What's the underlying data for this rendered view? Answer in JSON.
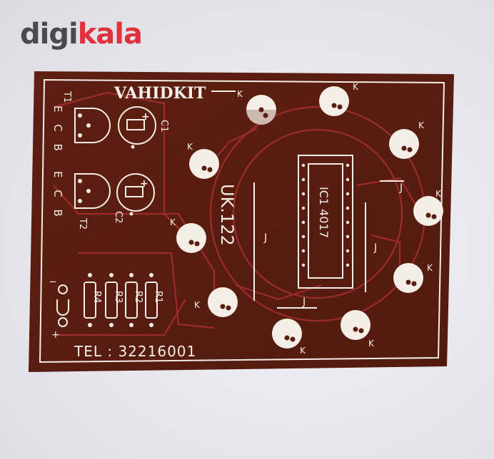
{
  "brand": {
    "part1": "digi",
    "part2": "kala",
    "color_dark": "#4a4a4a",
    "color_accent": "#e0323d"
  },
  "board": {
    "color": "#5b1d10",
    "silk_color": "#f4eee6",
    "trace_color": "#9c2b2b",
    "title": "VAHIDKIT",
    "model": "UK.122",
    "phone": "TEL :  32216001",
    "ic_label": "IC1  4017",
    "transistors": [
      {
        "label": "T1",
        "pins": "E C B"
      },
      {
        "label": "T2",
        "pins": "E C B"
      }
    ],
    "capacitors": [
      {
        "label": "C1",
        "pos": "+"
      },
      {
        "label": "C2",
        "pos": "+"
      }
    ],
    "resistors": [
      "R4",
      "R3",
      "R2",
      "R1"
    ],
    "jumpers": [
      "J",
      "J",
      "J",
      "J"
    ],
    "led_mark": "K",
    "power_labels": {
      "neg": "_",
      "pos": "+"
    }
  }
}
